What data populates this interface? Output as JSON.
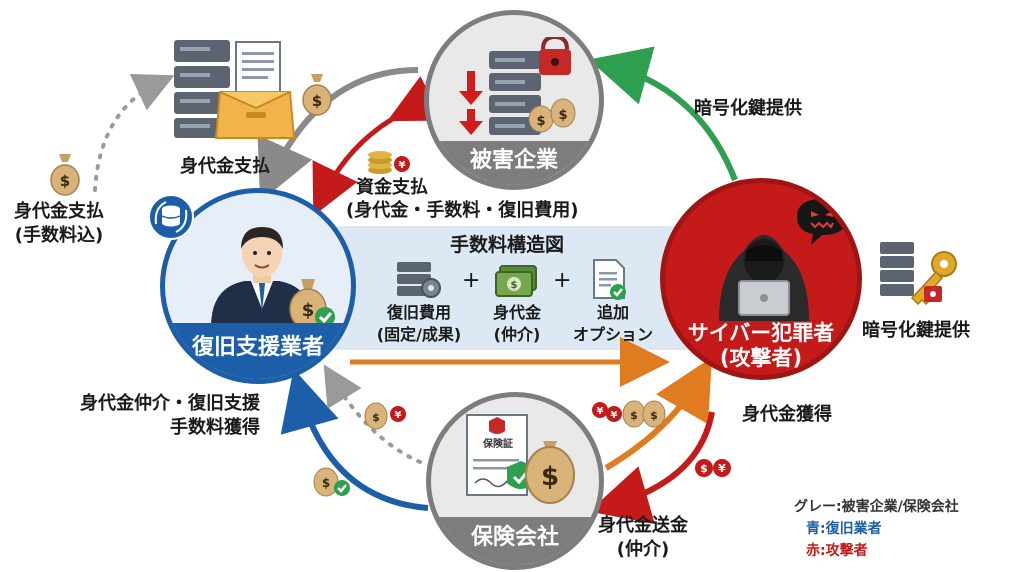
{
  "nodes": {
    "victim": {
      "name": "被害企業"
    },
    "recovery": {
      "name": "復旧支援業者"
    },
    "criminal": {
      "name": "サイバー犯罪者",
      "sub": "(攻撃者)"
    },
    "insurer": {
      "name": "保険会社",
      "document_label": "保険証"
    }
  },
  "flows": {
    "ransom_paid_top": "身代金支払",
    "ransom_paid_left_1": "身代金支払",
    "ransom_paid_left_2": "(手数料込)",
    "funds_1": "資金支払",
    "funds_2": "(身代金・手数料・復旧費用)",
    "key_top": "暗号化鍵提供",
    "key_right": "暗号化鍵提供",
    "ransom_gain": "身代金獲得",
    "ransom_send_1": "身代金送金",
    "ransom_send_2": "(仲介)",
    "broker_fee_1": "身代金仲介・復旧支援",
    "broker_fee_2": "手数料獲得"
  },
  "fee_structure": {
    "title": "手数料構造図",
    "items": [
      {
        "line1": "復旧費用",
        "line2": "(固定/成果)"
      },
      {
        "line1": "身代金",
        "line2": "(仲介)"
      },
      {
        "line1": "追加",
        "line2": "オプション"
      }
    ],
    "plus": "+"
  },
  "legend": {
    "gray": "グレー:被害企業/保険会社",
    "blue": "青:復旧業者",
    "red": "赤:攻撃者"
  },
  "colors": {
    "gray": "#7d7d7d",
    "blue": "#1c5fa8",
    "red": "#c41a1a",
    "green": "#2e9e4f",
    "orange": "#e07b1f",
    "band": "#dce8f3"
  }
}
